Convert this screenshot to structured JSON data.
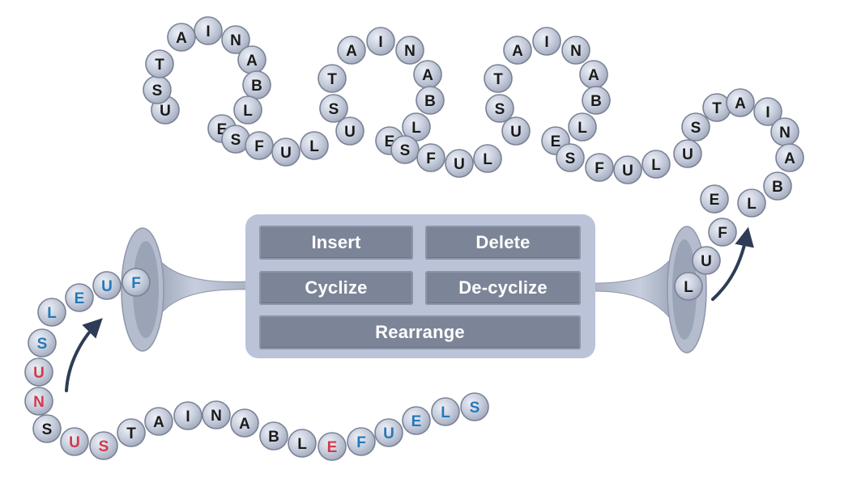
{
  "colors": {
    "bead_fill": "#c3cada",
    "bead_stroke": "#7a8294",
    "letter_default": "#1a1a1a",
    "letter_red": "#d1394b",
    "letter_blue": "#2378b8",
    "panel": "#bac3d8",
    "button": "#7c8497",
    "arrow": "#2e3c55",
    "funnel": "#b4bccd"
  },
  "operations": {
    "insert": "Insert",
    "delete": "Delete",
    "cyclize": "Cyclize",
    "decyclize": "De-cyclize",
    "rearrange": "Rearrange"
  },
  "input_chain": {
    "letters": [
      "S",
      "U",
      "S",
      "T",
      "A",
      "I",
      "N",
      "A",
      "B",
      "L",
      "E",
      "F",
      "U",
      "E",
      "L",
      "S"
    ],
    "highlight": [
      "default",
      "red",
      "red",
      "default",
      "default",
      "default",
      "default",
      "default",
      "default",
      "default",
      "red",
      "blue",
      "blue",
      "blue",
      "blue",
      "blue"
    ]
  },
  "input_branch": {
    "letters": [
      "S",
      "N",
      "U",
      "S",
      "L",
      "E",
      "U",
      "F"
    ],
    "highlight": [
      "default",
      "red",
      "red",
      "blue",
      "blue",
      "blue",
      "blue",
      "blue"
    ]
  },
  "output_chain": {
    "loops": [
      [
        "U",
        "S",
        "T",
        "A",
        "I",
        "N",
        "A",
        "B",
        "L",
        "E"
      ],
      [
        "U",
        "S",
        "T",
        "A",
        "I",
        "N",
        "A",
        "B",
        "L",
        "E"
      ],
      [
        "U",
        "S",
        "T",
        "A",
        "I",
        "N",
        "A",
        "B",
        "L",
        "E"
      ],
      [
        "U",
        "S",
        "T",
        "A",
        "I",
        "N",
        "A",
        "B",
        "L",
        "E"
      ]
    ],
    "links": [
      [
        "S"
      ],
      [
        "F",
        "U",
        "L"
      ],
      [
        "S"
      ],
      [
        "F",
        "U",
        "L"
      ],
      [
        "S"
      ],
      [
        "F",
        "U",
        "L"
      ]
    ],
    "tail": [
      "F",
      "U",
      "L"
    ]
  },
  "icons": [
    "funnel-left-icon",
    "funnel-right-icon",
    "arrow-up-left-icon",
    "arrow-up-right-icon"
  ]
}
